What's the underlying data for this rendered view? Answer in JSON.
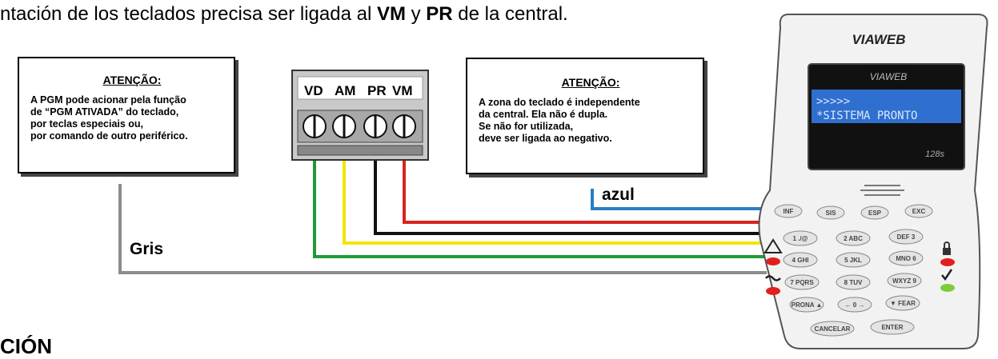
{
  "top_text": {
    "part1": "ntación de los teclados precisa ser ligada al ",
    "bold1": "VM",
    "part2": " y ",
    "bold2": "PR",
    "part3": "  de la central."
  },
  "note_left": {
    "heading": "ATENÇÃO:",
    "lines": [
      "A PGM pode acionar pela função",
      "de “PGM ATIVADA” do teclado,",
      "por teclas especiais  ou,",
      "por comando de outro periférico."
    ]
  },
  "note_right": {
    "heading": "ATENÇÃO:",
    "lines": [
      "A zona do teclado é independente",
      "da central. Ela não é dupla.",
      "Se não for utilizada,",
      "deve ser ligada ao negativo."
    ]
  },
  "terminal_labels": [
    "VD",
    "AM",
    "PR",
    "VM"
  ],
  "wire_labels": {
    "gris": "Gris",
    "azul": "azul"
  },
  "wire_colors": {
    "green": "#1f9a3a",
    "yellow": "#f2e600",
    "black": "#111111",
    "red": "#d8231f",
    "blue": "#2a7fc4",
    "gray": "#8c8c8c"
  },
  "keypad": {
    "brand": "VIAWEB",
    "screen_brand": "VIAWEB",
    "screen_line1": ">>>>>",
    "screen_line2": "*SISTEMA PRONTO",
    "screen_code": "128s",
    "keys_row0": [
      "INF",
      "SIS",
      "ESP",
      "EXC"
    ],
    "keys_row1": [
      "1 ./@",
      "2 ABC",
      "DEF 3"
    ],
    "keys_row2": [
      "4 GHI",
      "5 JKL",
      "MNO 6"
    ],
    "keys_row3": [
      "7 PQRS",
      "8 TUV",
      "WXYZ 9"
    ],
    "keys_row4": [
      "PRONA ▲",
      "← 0 →",
      "▼ FEAR"
    ],
    "keys_row5": [
      "CANCELAR",
      "ENTER"
    ]
  },
  "bottom_text": "CIÓN"
}
